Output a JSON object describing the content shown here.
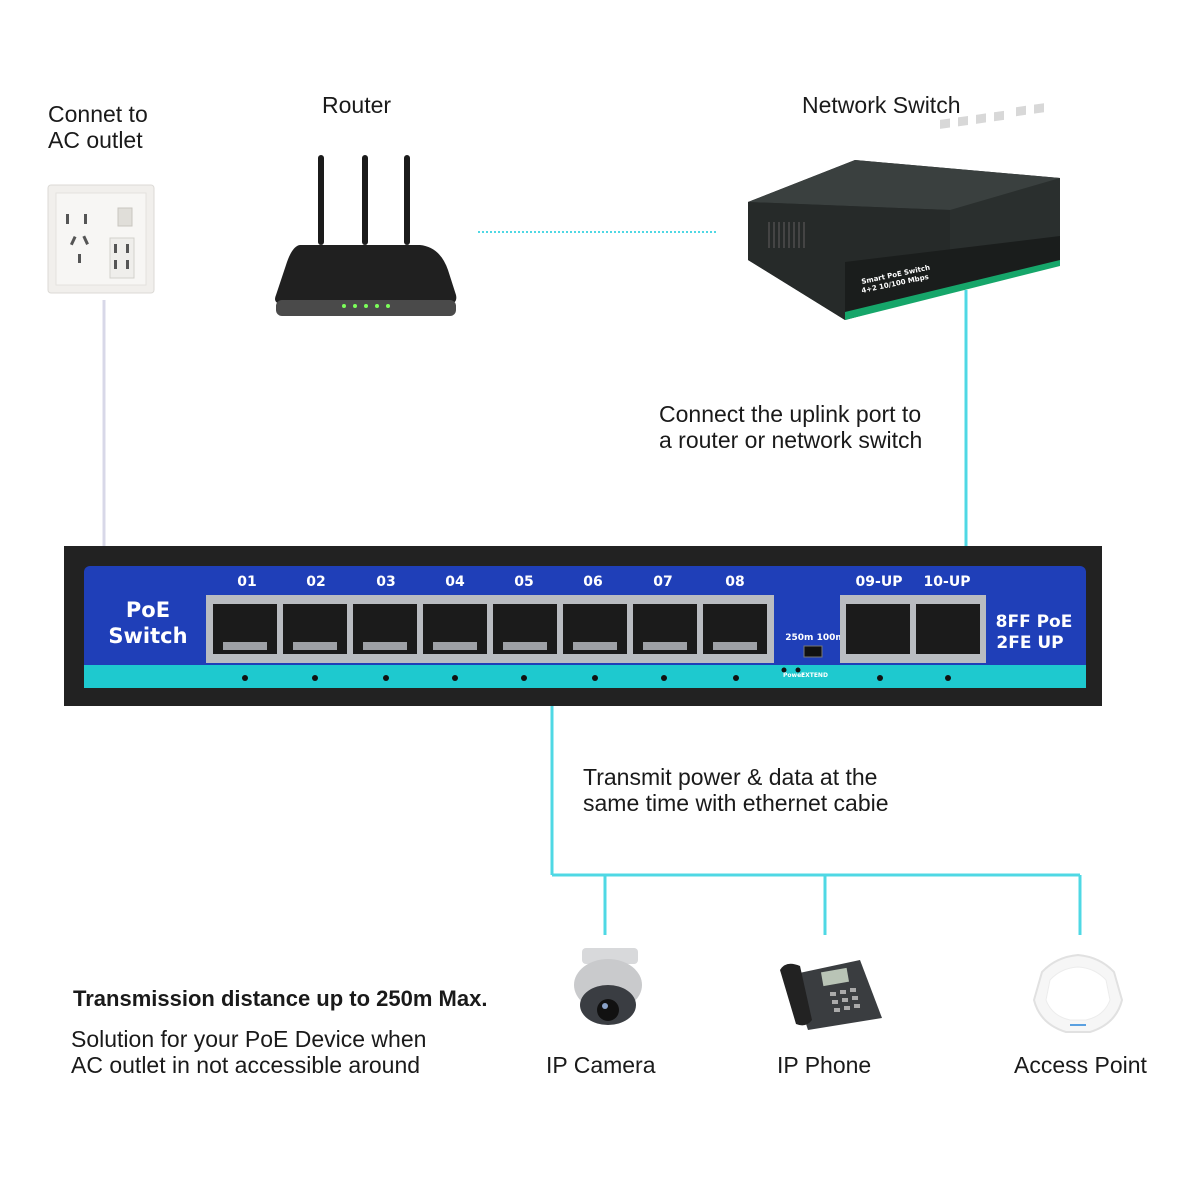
{
  "labels": {
    "ac_outlet": "Connet to\nAC outlet",
    "router": "Router",
    "network_switch": "Network Switch",
    "uplink_note": "Connect the uplink port to\na router or network switch",
    "transmit_note": "Transmit power & data at the\nsame time with ethernet cabie",
    "distance_title": "Transmission distance up to 250m Max.",
    "distance_note": "Solution for your PoE Device when\nAC outlet in not accessible around"
  },
  "devices": {
    "ip_camera": "IP Camera",
    "ip_phone": "IP Phone",
    "access_point": "Access Point"
  },
  "switch_panel": {
    "brand_line1": "PoE",
    "brand_line2": "Switch",
    "ports": [
      "01",
      "02",
      "03",
      "04",
      "05",
      "06",
      "07",
      "08"
    ],
    "uplink_ports": [
      "09-UP",
      "10-UP"
    ],
    "spec_line1": "8FF PoE",
    "spec_line2": "2FE UP",
    "dip_label": "250m 100m",
    "power_label": "Power",
    "extend_label": "EXTEND"
  },
  "small_switch": {
    "label_line1": "Smart PoE Switch",
    "label_line2": "4+2 10/100 Mbps"
  },
  "colors": {
    "cable": "#4fd8e4",
    "panel_blue": "#1f3fb8",
    "panel_teal": "#1ec9cf",
    "chassis": "#222222"
  }
}
